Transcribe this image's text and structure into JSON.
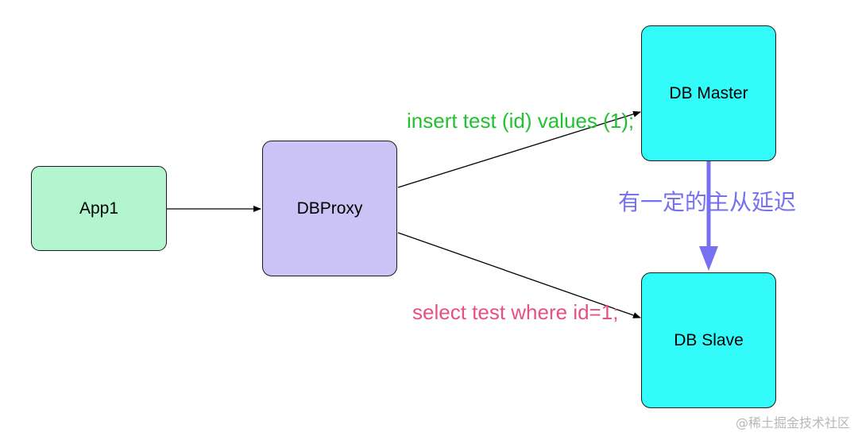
{
  "nodes": {
    "app1": {
      "label": "App1",
      "color": "#b3f5cf"
    },
    "proxy": {
      "label": "DBProxy",
      "color": "#cbc3f5"
    },
    "master": {
      "label": "DB Master",
      "color": "#33fbf9"
    },
    "slave": {
      "label": "DB Slave",
      "color": "#33fbf9"
    }
  },
  "edges": {
    "app_to_proxy": {
      "from": "App1",
      "to": "DBProxy"
    },
    "write": {
      "from": "DBProxy",
      "to": "DB Master",
      "label": "insert test (id) values (1);",
      "label_color": "#21c131"
    },
    "read": {
      "from": "DBProxy",
      "to": "DB Slave",
      "label": "select test where id=1;",
      "label_color": "#e8507f"
    },
    "replication": {
      "from": "DB Master",
      "to": "DB Slave",
      "label": "有一定的主从延迟",
      "color": "#7771f2"
    }
  },
  "watermark": "@稀土掘金技术社区"
}
